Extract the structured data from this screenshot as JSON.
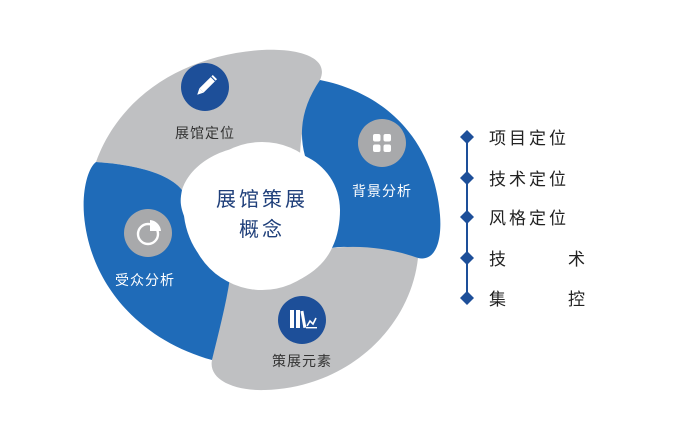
{
  "center": {
    "line1": "展馆策展",
    "line2": "概念"
  },
  "segments": [
    {
      "label": "展馆定位",
      "icon": "pencil-icon",
      "theme": "gray"
    },
    {
      "label": "背景分析",
      "icon": "grid-icon",
      "theme": "blue"
    },
    {
      "label": "策展元素",
      "icon": "books-chart-icon",
      "theme": "gray"
    },
    {
      "label": "受众分析",
      "icon": "pie-chart-icon",
      "theme": "blue"
    }
  ],
  "list": [
    {
      "left": "项目定位",
      "right": ""
    },
    {
      "left": "技术定位",
      "right": ""
    },
    {
      "left": "风格定位",
      "right": ""
    },
    {
      "left": "技",
      "right": "术"
    },
    {
      "left": "集",
      "right": "控"
    }
  ],
  "colors": {
    "blue": "#1f6bb8",
    "dark_blue": "#1d4f99",
    "gray": "#bfc0c2",
    "icon_gray": "#a8a9ab",
    "line": "#1d4f99"
  }
}
